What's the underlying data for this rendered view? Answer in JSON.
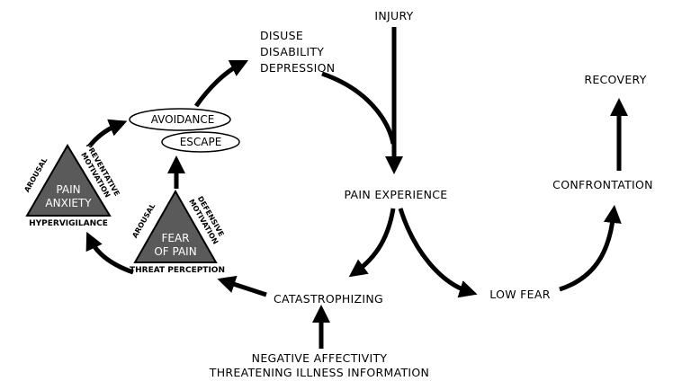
{
  "nodes": {
    "injury": "INJURY",
    "disuse": "DISUSE",
    "disability": "DISABILITY",
    "depression": "DEPRESSION",
    "recovery": "RECOVERY",
    "avoidance": "AVOIDANCE",
    "escape": "ESCAPE",
    "pain_experience": "PAIN EXPERIENCE",
    "confrontation": "CONFRONTATION",
    "catastrophizing": "CATASTROPHIZING",
    "low_fear": "LOW FEAR",
    "negative_affectivity": "NEGATIVE AFFECTIVITY",
    "threatening_illness_information": "THREATENING ILLNESS INFORMATION"
  },
  "pain_anxiety_triangle": {
    "line1": "PAIN",
    "line2": "ANXIETY",
    "left_side": "AROUSAL",
    "right_side_1": "PREVENTATIVE",
    "right_side_2": "MOTIVATION",
    "base": "HYPERVIGILANCE"
  },
  "fear_of_pain_triangle": {
    "line1": "FEAR",
    "line2": "OF PAIN",
    "left_side": "AROUSAL",
    "right_side_1": "DEFENSIVE",
    "right_side_2": "MOTIVATION",
    "base": "THREAT PERCEPTION"
  }
}
